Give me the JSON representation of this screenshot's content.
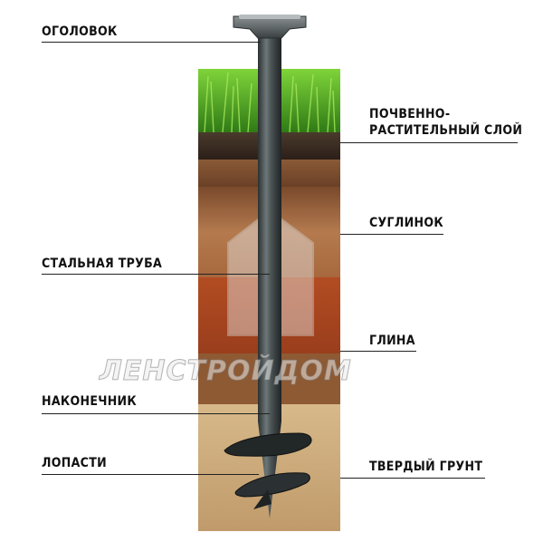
{
  "labels": {
    "head": "ОГОЛОВОК",
    "soil_top": "ПОЧВЕННО-",
    "soil_bottom": "РАСТИТЕЛЬНЫЙ СЛОЙ",
    "loam": "СУГЛИНОК",
    "steel_pipe": "СТАЛЬНАЯ ТРУБА",
    "clay": "ГЛИНА",
    "tip": "НАКОНЕЧНИК",
    "blades": "ЛОПАСТИ",
    "hard_ground": "ТВЕРДЫЙ ГРУНТ"
  },
  "watermark": "ЛЕНСТРОЙДОМ",
  "colors": {
    "grass": "#3f9a1e",
    "topsoil": "#3b2c22",
    "loam": "#a86c40",
    "clay": "#a8441f",
    "hard_ground": "#c9a777",
    "pipe": "#3e4546"
  }
}
